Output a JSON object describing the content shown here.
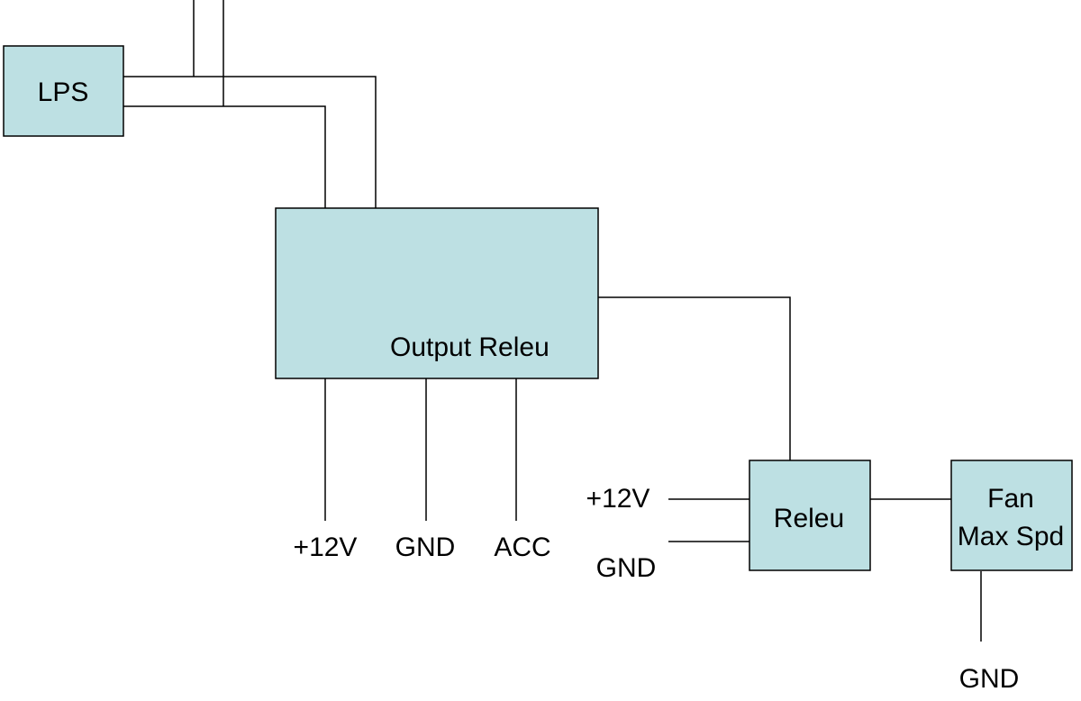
{
  "blocks": {
    "lps": "LPS",
    "output_releu": "Output Releu",
    "releu": "Releu",
    "fan_line1": "Fan",
    "fan_line2": "Max Spd"
  },
  "terminals": {
    "output_12v": "+12V",
    "output_gnd": "GND",
    "output_acc": "ACC",
    "releu_12v": "+12V",
    "releu_gnd": "GND",
    "fan_gnd": "GND"
  },
  "colors": {
    "block_fill": "#bde0e3",
    "line": "#000000"
  }
}
